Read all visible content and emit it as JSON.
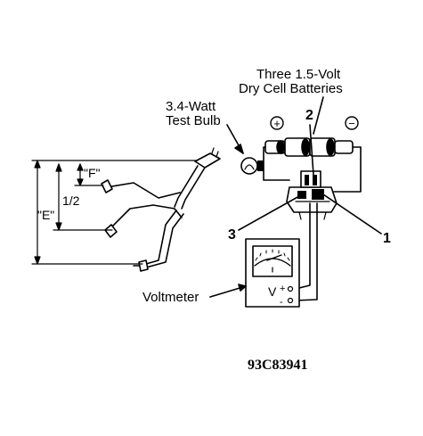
{
  "labels": {
    "batteries_line1": "Three 1.5-Volt",
    "batteries_line2": "Dry Cell Batteries",
    "bulb_line1": "3.4-Watt",
    "bulb_line2": "Test Bulb",
    "plus_sign": "+",
    "minus_sign": "−",
    "callout_1": "1",
    "callout_2": "2",
    "callout_3": "3",
    "dim_e": "\"E\"",
    "dim_f": "\"F\"",
    "dim_half": "1/2",
    "voltmeter": "Voltmeter",
    "meter_v": "V",
    "meter_plus": "+",
    "meter_minus": "-",
    "figure_code": "93C83941"
  }
}
